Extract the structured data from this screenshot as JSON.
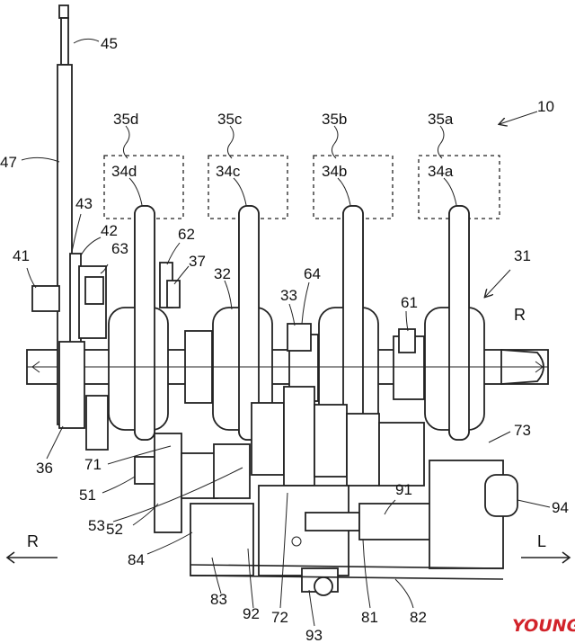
{
  "figure": {
    "labels": {
      "l10": "10",
      "l31": "31",
      "l32": "32",
      "l33": "33",
      "l34a": "34a",
      "l34b": "34b",
      "l34c": "34c",
      "l34d": "34d",
      "l35a": "35a",
      "l35b": "35b",
      "l35c": "35c",
      "l35d": "35d",
      "l36": "36",
      "l37": "37",
      "l41": "41",
      "l42": "42",
      "l43": "43",
      "l45": "45",
      "l47": "47",
      "l51": "51",
      "l52": "52",
      "l53": "53",
      "l61": "61",
      "l62": "62",
      "l63": "63",
      "l64": "64",
      "l71": "71",
      "l72": "72",
      "l73": "73",
      "l81": "81",
      "l82": "82",
      "l83": "83",
      "l84": "84",
      "l91": "91",
      "l92": "92",
      "l93": "93",
      "l94": "94",
      "r_axis": "R",
      "r_arrow": "R",
      "l_arrow": "L"
    },
    "watermark": "YOUNG"
  }
}
